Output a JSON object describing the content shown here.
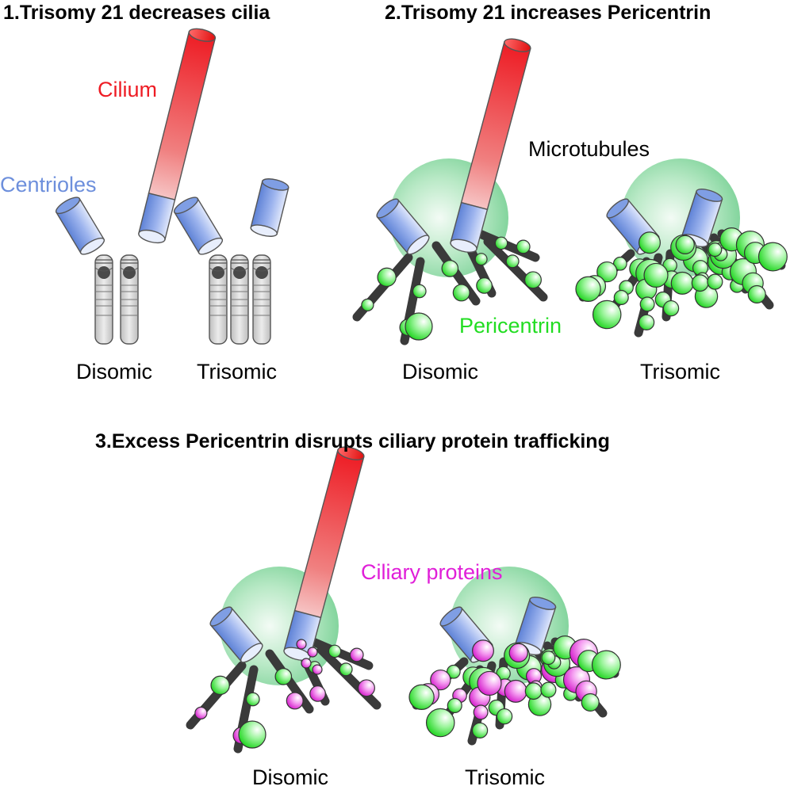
{
  "panels": {
    "p1": {
      "title": "1.Trisomy 21 decreases cilia",
      "disomic": "Disomic",
      "trisomic": "Trisomic"
    },
    "p2": {
      "title": "2.Trisomy 21 increases Pericentrin",
      "disomic": "Disomic",
      "trisomic": "Trisomic"
    },
    "p3": {
      "title": "3.Excess Pericentrin disrupts ciliary protein trafficking",
      "disomic": "Disomic",
      "trisomic": "Trisomic"
    }
  },
  "labels": {
    "cilium": "Cilium",
    "centrioles": "Centrioles",
    "microtubules": "Microtubules",
    "pericentrin": "Pericentrin",
    "ciliary_proteins": "Ciliary proteins"
  },
  "colors": {
    "cilium": "#ee1c24",
    "centriole": "#6d8fdc",
    "pericentrin": "#22dd22",
    "ciliary_protein": "#e01fd8",
    "microtubule": "#3a3a3a",
    "chromosome": "#cfcfcf"
  },
  "icons": [
    "cilium-icon",
    "centriole-icon",
    "chromosome-icon",
    "microtubule-icon",
    "pericentrin-particle-icon",
    "ciliary-protein-particle-icon",
    "pcm-cloud-icon"
  ]
}
